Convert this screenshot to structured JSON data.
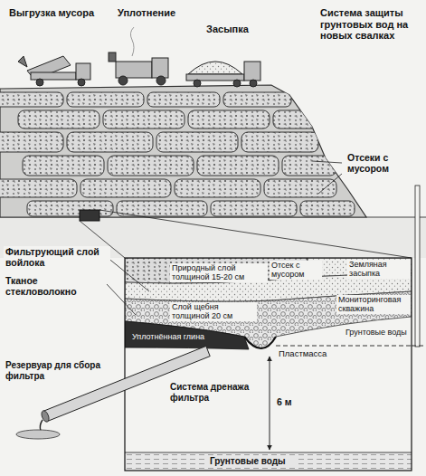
{
  "diagram": {
    "title": "Система защиты грунтовых вод на новых свалках",
    "labels": [
      "Выгрузка мусора",
      "Уплотнение",
      "Засыпка",
      "Отсеки с мусором",
      "Фильтрующий слой войлока",
      "Тканое стекловолокно",
      "Резервуар для сбора фильтра",
      "Природный слой толщиной 15-20 см",
      "Слой щебня толщиной 20 см",
      "Уплотнённая глина",
      "Отсек с мусором",
      "Земляная засыпка",
      "Мониторинговая скважина",
      "Грунтовые воды",
      "Пластмасса",
      "Система дренажа фильтра",
      "6 м",
      "Грунтовые воды"
    ]
  }
}
